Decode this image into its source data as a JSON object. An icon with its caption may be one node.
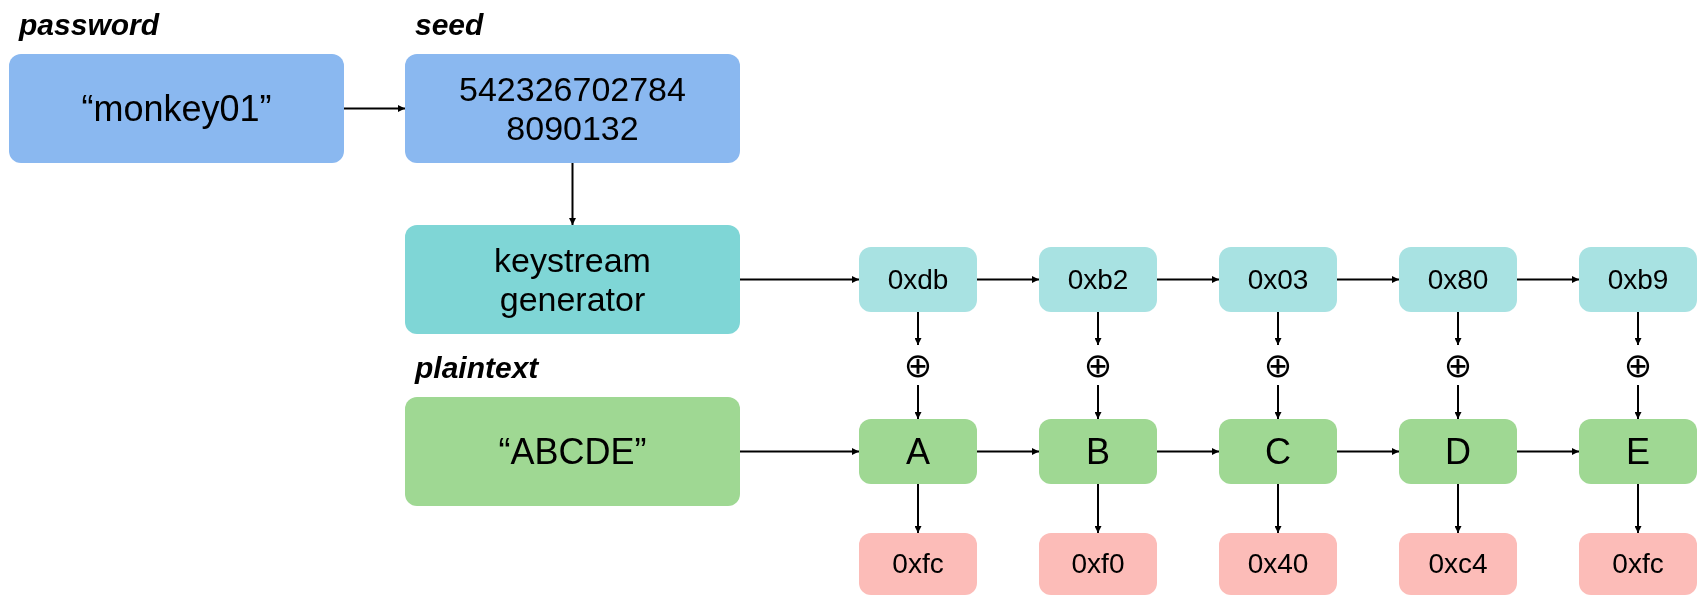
{
  "diagram": {
    "nodes": [
      {
        "text": [
          "password",
          "“monkey01”"
        ]
      },
      {
        "text": [
          "seed",
          "542326702784 8090132"
        ]
      },
      {
        "text": [
          "keystream generator"
        ]
      },
      {
        "text": [
          "0xdb"
        ]
      },
      {
        "text": [
          "0xb2"
        ]
      },
      {
        "text": [
          "0x03"
        ]
      },
      {
        "text": [
          "0x80"
        ]
      },
      {
        "text": [
          "0xb9"
        ]
      },
      {
        "text": [
          "⊕"
        ]
      },
      {
        "text": [
          "⊕"
        ]
      },
      {
        "text": [
          "⊕"
        ]
      },
      {
        "text": [
          "⊕"
        ]
      },
      {
        "text": [
          "⊕"
        ]
      },
      {
        "text": [
          "plaintext",
          "“ABCDE”"
        ]
      },
      {
        "text": [
          "A"
        ]
      },
      {
        "text": [
          "B"
        ]
      },
      {
        "text": [
          "C"
        ]
      },
      {
        "text": [
          "D"
        ]
      },
      {
        "text": [
          "E"
        ]
      },
      {
        "text": [
          "0xfc"
        ]
      },
      {
        "text": [
          "0xf0"
        ]
      },
      {
        "text": [
          "0x40"
        ]
      },
      {
        "text": [
          "0xc4"
        ]
      },
      {
        "text": [
          "0xfc"
        ]
      }
    ],
    "edges": [
      {
        "from": 0,
        "to": 1,
        "arrow": "to"
      },
      {
        "from": 1,
        "to": 2,
        "arrow": "to"
      },
      {
        "from": 2,
        "to": 3,
        "arrow": "to"
      },
      {
        "from": 3,
        "to": 4,
        "arrow": "to"
      },
      {
        "from": 4,
        "to": 5,
        "arrow": "to"
      },
      {
        "from": 5,
        "to": 6,
        "arrow": "to"
      },
      {
        "from": 6,
        "to": 7,
        "arrow": "to"
      },
      {
        "from": 3,
        "to": 8,
        "arrow": "to"
      },
      {
        "from": 4,
        "to": 9,
        "arrow": "to"
      },
      {
        "from": 5,
        "to": 10,
        "arrow": "to"
      },
      {
        "from": 6,
        "to": 11,
        "arrow": "to"
      },
      {
        "from": 7,
        "to": 12,
        "arrow": "to"
      },
      {
        "from": 8,
        "to": 14,
        "arrow": "to"
      },
      {
        "from": 9,
        "to": 15,
        "arrow": "to"
      },
      {
        "from": 10,
        "to": 16,
        "arrow": "to"
      },
      {
        "from": 11,
        "to": 17,
        "arrow": "to"
      },
      {
        "from": 12,
        "to": 18,
        "arrow": "to"
      },
      {
        "from": 13,
        "to": 14,
        "arrow": "to"
      },
      {
        "from": 14,
        "to": 15,
        "arrow": "to"
      },
      {
        "from": 15,
        "to": 16,
        "arrow": "to"
      },
      {
        "from": 16,
        "to": 17,
        "arrow": "to"
      },
      {
        "from": 17,
        "to": 18,
        "arrow": "to"
      },
      {
        "from": 14,
        "to": 19,
        "arrow": "to"
      },
      {
        "from": 15,
        "to": 20,
        "arrow": "to"
      },
      {
        "from": 16,
        "to": 21,
        "arrow": "to"
      },
      {
        "from": 17,
        "to": 22,
        "arrow": "to"
      },
      {
        "from": 18,
        "to": 23,
        "arrow": "to"
      }
    ]
  }
}
